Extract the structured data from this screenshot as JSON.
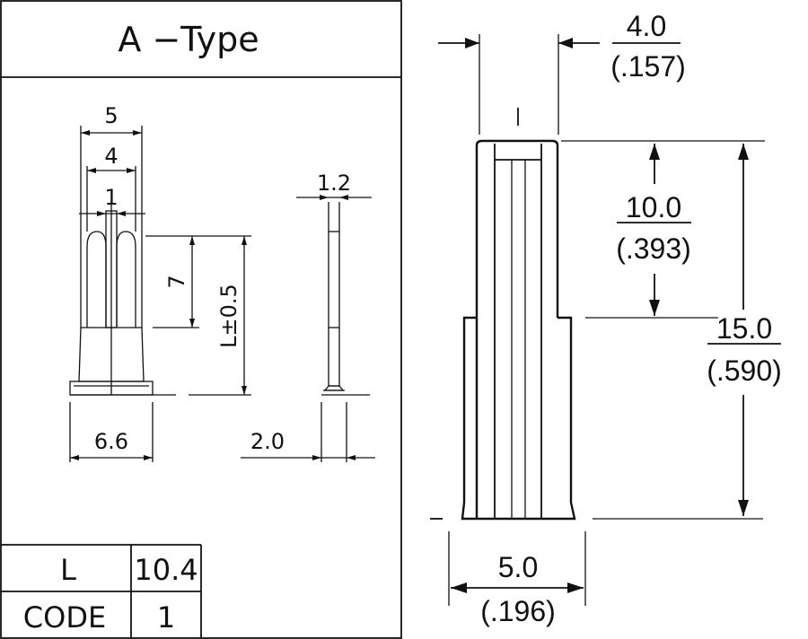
{
  "title": "A  −Type",
  "left_view": {
    "width_outer": "5",
    "width_inner": "4",
    "slot_width": "1",
    "slot_depth": "7",
    "length": "L±0.5",
    "base_width": "6.6"
  },
  "side_view": {
    "thickness": "1.2",
    "base_width": "2.0"
  },
  "table": {
    "rows": [
      {
        "label": "L",
        "value": "10.4"
      },
      {
        "label": "CODE",
        "value": "1"
      }
    ]
  },
  "right_view": {
    "top_width": {
      "mm": "4.0",
      "inch": "(.157)"
    },
    "upper_height": {
      "mm": "10.0",
      "inch": "(.393)"
    },
    "total_height": {
      "mm": "15.0",
      "inch": "(.590)"
    },
    "base_width": {
      "mm": "5.0",
      "inch": "(.196)"
    }
  }
}
